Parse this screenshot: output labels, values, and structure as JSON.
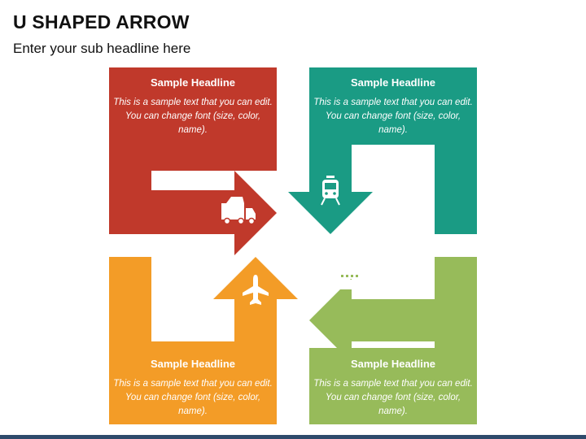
{
  "title": "U SHAPED ARROW",
  "subtitle": "Enter your sub headline here",
  "panels": [
    {
      "id": "red",
      "headline": "Sample Headline",
      "text": "This is a sample text that you can edit. You can change font (size, color, name).",
      "icon": "truck-icon",
      "color": "#c0392b"
    },
    {
      "id": "teal",
      "headline": "Sample Headline",
      "text": "This is a sample text that you can edit. You can change font (size, color, name).",
      "icon": "train-icon",
      "color": "#1a9b84"
    },
    {
      "id": "orange",
      "headline": "Sample Headline",
      "text": "This is a sample text that you can edit. You can change font (size, color, name).",
      "icon": "airplane-icon",
      "color": "#f39c27"
    },
    {
      "id": "green",
      "headline": "Sample Headline",
      "text": "This is a sample text that you can edit. You can change font (size, color, name).",
      "icon": "ship-icon",
      "color": "#97bb5a"
    }
  ],
  "footer_bar_color": "#2e4a6b"
}
